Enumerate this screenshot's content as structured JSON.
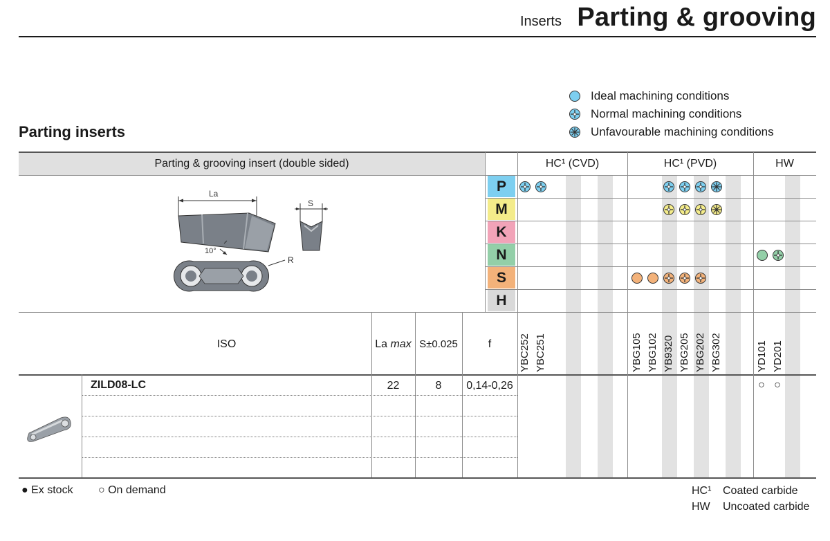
{
  "header": {
    "category": "Inserts",
    "title": "Parting & grooving"
  },
  "section_title": "Parting inserts",
  "legend": [
    {
      "symbol": "ideal",
      "label": "Ideal machining conditions"
    },
    {
      "symbol": "normal",
      "label": "Normal machining conditions"
    },
    {
      "symbol": "unfavourable",
      "label": "Unfavourable machining conditions"
    }
  ],
  "table": {
    "insert_header": "Parting & grooving insert (double sided)",
    "groups": [
      {
        "label": "HC¹ (CVD)"
      },
      {
        "label": "HC¹ (PVD)"
      },
      {
        "label": "HW"
      }
    ],
    "diagram_labels": {
      "la": "La",
      "s": "S",
      "angle": "10°",
      "r": "R"
    },
    "materials": [
      {
        "letter": "P",
        "color": "#7dcff0"
      },
      {
        "letter": "M",
        "color": "#f4ec8a"
      },
      {
        "letter": "K",
        "color": "#f2a3b8"
      },
      {
        "letter": "N",
        "color": "#93cfa8"
      },
      {
        "letter": "S",
        "color": "#f3b27a"
      },
      {
        "letter": "H",
        "color": "#d9d9d9"
      }
    ],
    "columns": {
      "iso": "ISO",
      "la_max": "La max",
      "s": "S±0.025",
      "f": "f"
    },
    "grades": [
      "YBC252",
      "YBC251",
      "YBG105",
      "YBG102",
      "YB9320",
      "YBG205",
      "YBG202",
      "YBG302",
      "YD101",
      "YD201"
    ],
    "row": {
      "designation": "ZILD08-LC",
      "la_max": "22",
      "s": "8",
      "f": "0,14-0,26",
      "availability_symbol": "○"
    }
  },
  "footer": {
    "ex_stock": "● Ex stock",
    "on_demand": "○ On demand",
    "abbr": [
      {
        "code": "HC¹",
        "label": "Coated carbide"
      },
      {
        "code": "HW",
        "label": "Uncoated carbide"
      }
    ]
  },
  "colors": {
    "ideal_blue": "#7dcff0",
    "yellow": "#f4ec8a",
    "green": "#93cfa8",
    "orange": "#f3b27a",
    "header_gray": "#e0e0e0",
    "shade_gray": "#e2e2e2"
  }
}
